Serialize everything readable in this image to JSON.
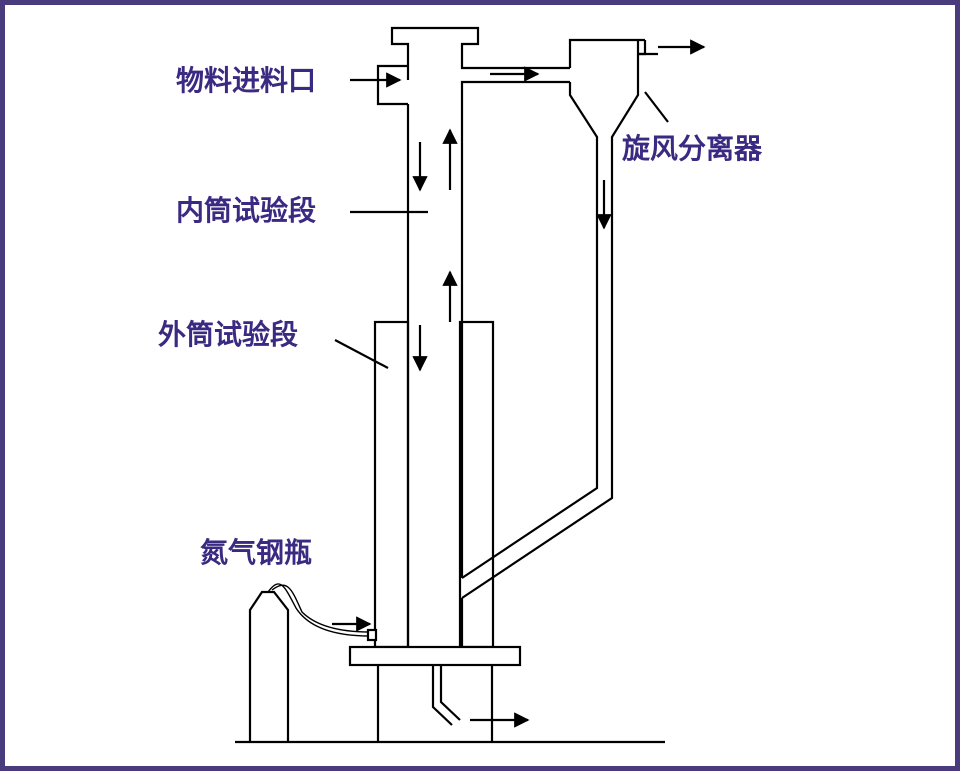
{
  "labels": {
    "feed_inlet": "物料进料口",
    "cyclone_separator": "旋风分离器",
    "inner_tube_section": "内筒试验段",
    "outer_tube_section": "外筒试验段",
    "nitrogen_cylinder": "氮气钢瓶"
  },
  "colors": {
    "frame_border": "#4a3b7c",
    "label_text": "#3a2a82",
    "line": "#000000"
  },
  "icons": {
    "flow_arrow": "arrow-icon",
    "hatch": "crosshatch-pattern"
  }
}
